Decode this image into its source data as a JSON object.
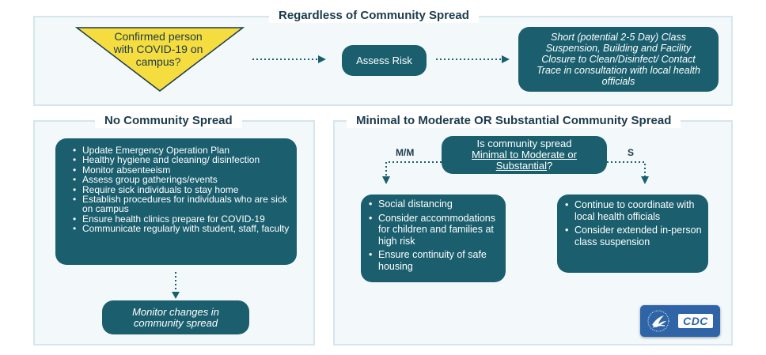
{
  "top_panel": {
    "title": "Regardless of Community Spread",
    "confirmed_box": "Confirmed person with COVID-19 on campus?",
    "assess_box": "Assess Risk",
    "closure_box": "Short (potential 2-5 Day) Class Suspension, Building and Facility Closure to Clean/Disinfect/ Contact Trace in consultation with local health officials"
  },
  "no_spread_panel": {
    "title": "No Community Spread",
    "items": [
      "Update Emergency Operation Plan",
      "Healthy hygiene and cleaning/ disinfection",
      "Monitor absenteeism",
      "Assess group gatherings/events",
      "Require sick individuals to stay home",
      "Establish procedures for individuals who are sick on campus",
      "Ensure health clinics prepare for COVID-19",
      "Communicate regularly with student, staff, faculty"
    ],
    "monitor_box": "Monitor changes in community spread"
  },
  "spread_panel": {
    "title": "Minimal to Moderate OR Substantial Community Spread",
    "question_prefix": "Is community spread",
    "question_link": "Minimal to Moderate or Substantial",
    "question_suffix": "?",
    "label_mm": "M/M",
    "label_s": "S",
    "mm_items": [
      "Social distancing",
      "Consider accommodations for children and families at high risk",
      "Ensure continuity of safe housing"
    ],
    "s_items": [
      "Continue to coordinate with local health officials",
      "Consider extended in-person class suspension"
    ]
  },
  "logo": {
    "text": "CDC"
  },
  "colors": {
    "box": "#1b5f6e",
    "triangle": "#f5dc3f",
    "panel_bg": "#f3f9fb",
    "panel_border": "#d6e6ec",
    "title": "#1b3b4c"
  }
}
